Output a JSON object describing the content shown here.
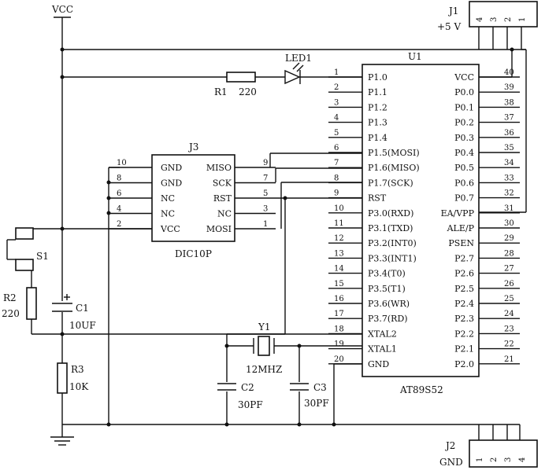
{
  "supply": {
    "vcc": "VCC"
  },
  "ic": {
    "ref": "U1",
    "part": "AT89S52",
    "left_pins": [
      {
        "num": "1",
        "name": "P1.0"
      },
      {
        "num": "2",
        "name": "P1.1"
      },
      {
        "num": "3",
        "name": "P1.2"
      },
      {
        "num": "4",
        "name": "P1.3"
      },
      {
        "num": "5",
        "name": "P1.4"
      },
      {
        "num": "6",
        "name": "P1.5(MOSI)"
      },
      {
        "num": "7",
        "name": "P1.6(MISO)"
      },
      {
        "num": "8",
        "name": "P1.7(SCK)"
      },
      {
        "num": "9",
        "name": "RST"
      },
      {
        "num": "10",
        "name": "P3.0(RXD)"
      },
      {
        "num": "11",
        "name": "P3.1(TXD)"
      },
      {
        "num": "12",
        "name": "P3.2(INT0)"
      },
      {
        "num": "13",
        "name": "P3.3(INT1)"
      },
      {
        "num": "14",
        "name": "P3.4(T0)"
      },
      {
        "num": "15",
        "name": "P3.5(T1)"
      },
      {
        "num": "16",
        "name": "P3.6(WR)"
      },
      {
        "num": "17",
        "name": "P3.7(RD)"
      },
      {
        "num": "18",
        "name": "XTAL2"
      },
      {
        "num": "19",
        "name": "XTAL1"
      },
      {
        "num": "20",
        "name": "GND"
      }
    ],
    "right_pins": [
      {
        "num": "40",
        "name": "VCC"
      },
      {
        "num": "39",
        "name": "P0.0"
      },
      {
        "num": "38",
        "name": "P0.1"
      },
      {
        "num": "37",
        "name": "P0.2"
      },
      {
        "num": "36",
        "name": "P0.3"
      },
      {
        "num": "35",
        "name": "P0.4"
      },
      {
        "num": "34",
        "name": "P0.5"
      },
      {
        "num": "33",
        "name": "P0.6"
      },
      {
        "num": "32",
        "name": "P0.7"
      },
      {
        "num": "31",
        "name": "EA/VPP"
      },
      {
        "num": "30",
        "name": "ALE/P"
      },
      {
        "num": "29",
        "name": "PSEN"
      },
      {
        "num": "28",
        "name": "P2.7"
      },
      {
        "num": "27",
        "name": "P2.6"
      },
      {
        "num": "26",
        "name": "P2.5"
      },
      {
        "num": "25",
        "name": "P2.4"
      },
      {
        "num": "24",
        "name": "P2.3"
      },
      {
        "num": "23",
        "name": "P2.2"
      },
      {
        "num": "22",
        "name": "P2.1"
      },
      {
        "num": "21",
        "name": "P2.0"
      }
    ]
  },
  "j3": {
    "ref": "J3",
    "part": "DIC10P",
    "left": [
      {
        "num": "10",
        "name": "GND"
      },
      {
        "num": "8",
        "name": "GND"
      },
      {
        "num": "6",
        "name": "NC"
      },
      {
        "num": "4",
        "name": "NC"
      },
      {
        "num": "2",
        "name": "VCC"
      }
    ],
    "right": [
      {
        "num": "9",
        "name": "MISO"
      },
      {
        "num": "7",
        "name": "SCK"
      },
      {
        "num": "5",
        "name": "RST"
      },
      {
        "num": "3",
        "name": "NC"
      },
      {
        "num": "1",
        "name": "MOSI"
      }
    ]
  },
  "j1": {
    "ref": "J1",
    "net": "+5 V",
    "pins": [
      "4",
      "3",
      "2",
      "1"
    ]
  },
  "j2": {
    "ref": "J2",
    "net": "GND",
    "pins": [
      "1",
      "2",
      "3",
      "4"
    ]
  },
  "parts": {
    "led": "LED1",
    "r1_ref": "R1",
    "r1_val": "220",
    "s1": "S1",
    "r2_ref": "R2",
    "r2_val": "220",
    "c1_ref": "C1",
    "c1_val": "10UF",
    "r3_ref": "R3",
    "r3_val": "10K",
    "y1_ref": "Y1",
    "y1_val": "12MHZ",
    "c2_ref": "C2",
    "c2_val": "30PF",
    "c3_ref": "C3",
    "c3_val": "30PF"
  }
}
